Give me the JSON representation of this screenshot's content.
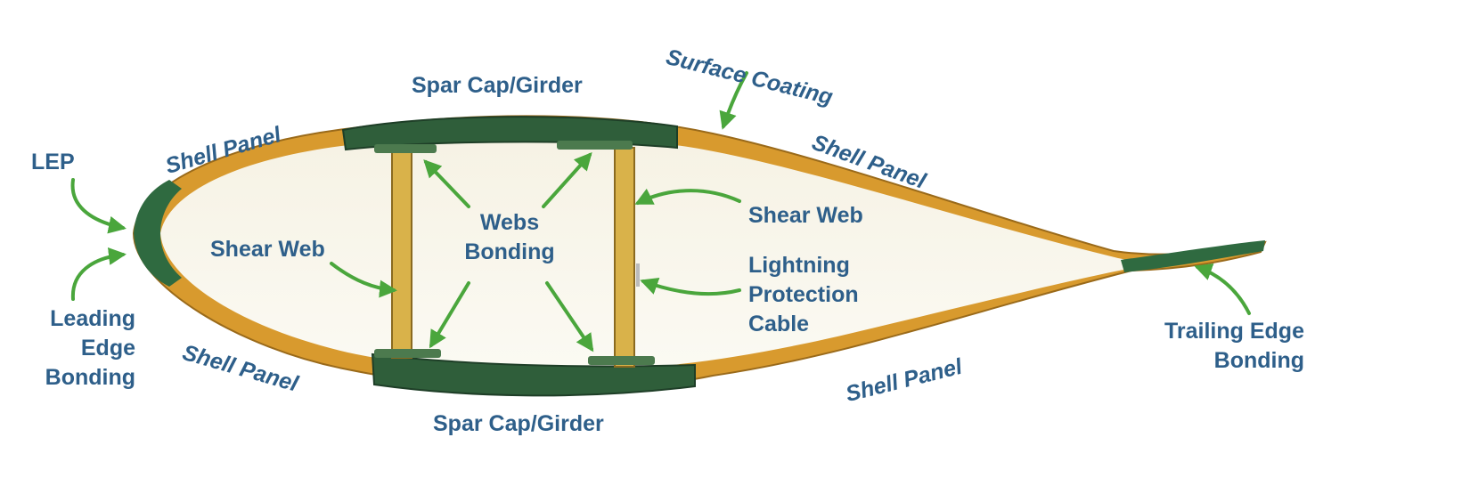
{
  "colors": {
    "label": "#2e5f8a",
    "arrow": "#4aa63c",
    "shell": "#d89a2e",
    "core": "#e8d9a0",
    "spar_cap": "#2f5e3a",
    "web": "#d9b24a"
  },
  "labels": {
    "surface_coating": "Surface Coating",
    "spar_cap_top": "Spar Cap/Girder",
    "spar_cap_bottom": "Spar Cap/Girder",
    "shell_panel_upper_left": "Shell Panel",
    "shell_panel_upper_right": "Shell Panel",
    "shell_panel_lower_left": "Shell Panel",
    "shell_panel_lower_right": "Shell Panel",
    "lep": "LEP",
    "leading_edge_bonding": [
      "Leading",
      "Edge",
      "Bonding"
    ],
    "shear_web_left": "Shear Web",
    "shear_web_right": "Shear Web",
    "webs_bonding": [
      "Webs",
      "Bonding"
    ],
    "lightning_protection_cable": [
      "Lightning",
      "Protection",
      "Cable"
    ],
    "trailing_edge_bonding": [
      "Trailing Edge",
      "Bonding"
    ]
  },
  "icons": {
    "pointer": "arrow-icon"
  }
}
